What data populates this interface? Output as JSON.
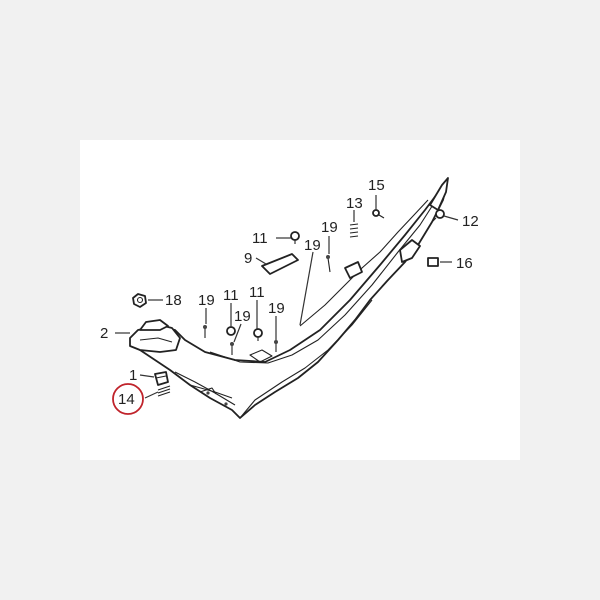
{
  "diagram": {
    "part_labels": {
      "p15": "15",
      "p12": "12",
      "p13": "13",
      "p19a": "19",
      "p11a": "11",
      "p19b": "19",
      "p16": "16",
      "p9": "9",
      "p18": "18",
      "p19c": "19",
      "p11b": "11",
      "p11c": "11",
      "p2": "2",
      "p19d": "19",
      "p19e": "19",
      "p1": "1",
      "p14": "14"
    },
    "highlight": {
      "label": "14",
      "color": "#c0232b"
    },
    "colors": {
      "background": "#f1f1f1",
      "panel": "#ffffff",
      "ink": "#222222"
    }
  }
}
